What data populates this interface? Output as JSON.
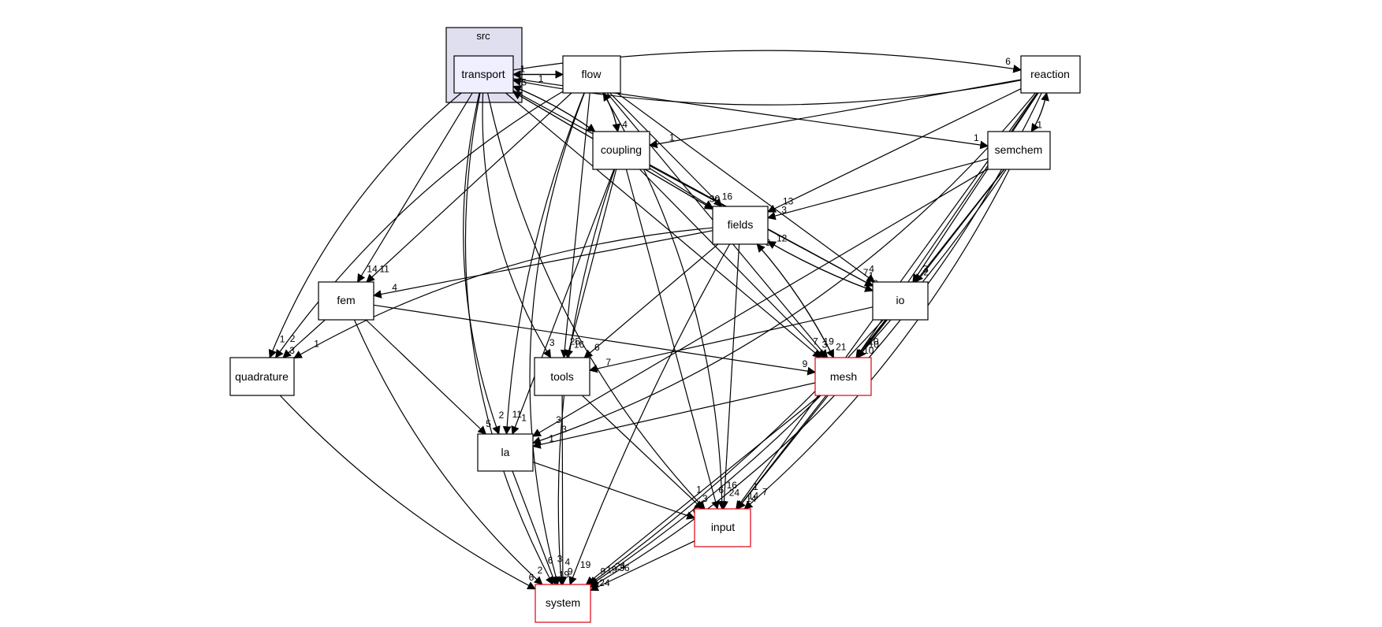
{
  "graph": {
    "cluster": {
      "id": "src",
      "label": "src"
    },
    "nodes": [
      {
        "id": "transport",
        "label": "transport",
        "focus": true
      },
      {
        "id": "flow",
        "label": "flow"
      },
      {
        "id": "coupling",
        "label": "coupling"
      },
      {
        "id": "reaction",
        "label": "reaction"
      },
      {
        "id": "semchem",
        "label": "semchem"
      },
      {
        "id": "fields",
        "label": "fields"
      },
      {
        "id": "fem",
        "label": "fem"
      },
      {
        "id": "io",
        "label": "io"
      },
      {
        "id": "quadrature",
        "label": "quadrature"
      },
      {
        "id": "tools",
        "label": "tools"
      },
      {
        "id": "mesh",
        "label": "mesh",
        "external": true
      },
      {
        "id": "la",
        "label": "la"
      },
      {
        "id": "input",
        "label": "input",
        "external": true
      },
      {
        "id": "system",
        "label": "system",
        "external": true
      }
    ],
    "edges": [
      {
        "from": "reaction",
        "to": "transport",
        "label": "1"
      },
      {
        "from": "transport",
        "to": "reaction",
        "label": "6"
      },
      {
        "from": "transport",
        "to": "flow",
        "label": "3"
      },
      {
        "from": "transport",
        "to": "coupling",
        "label": ""
      },
      {
        "from": "coupling",
        "to": "transport",
        "label": "5"
      },
      {
        "from": "flow",
        "to": "transport",
        "label": "1"
      },
      {
        "from": "fields",
        "to": "transport",
        "label": ""
      },
      {
        "from": "transport",
        "to": "fields",
        "label": "30"
      },
      {
        "from": "transport",
        "to": "semchem",
        "label": "1"
      },
      {
        "from": "transport",
        "to": "io",
        "label": "7"
      },
      {
        "from": "transport",
        "to": "fem",
        "label": "14"
      },
      {
        "from": "transport",
        "to": "quadrature",
        "label": "1"
      },
      {
        "from": "transport",
        "to": "tools",
        "label": "3"
      },
      {
        "from": "transport",
        "to": "mesh",
        "label": "7"
      },
      {
        "from": "transport",
        "to": "la",
        "label": "2"
      },
      {
        "from": "transport",
        "to": "input",
        "label": "1"
      },
      {
        "from": "transport",
        "to": "system",
        "label": "6"
      },
      {
        "from": "flow",
        "to": "coupling",
        "label": "4"
      },
      {
        "from": "coupling",
        "to": "flow",
        "label": ""
      },
      {
        "from": "flow",
        "to": "fields",
        "label": "16"
      },
      {
        "from": "flow",
        "to": "io",
        "label": "4"
      },
      {
        "from": "flow",
        "to": "fem",
        "label": "11"
      },
      {
        "from": "flow",
        "to": "quadrature",
        "label": "2"
      },
      {
        "from": "flow",
        "to": "tools",
        "label": "25"
      },
      {
        "from": "flow",
        "to": "mesh",
        "label": "19"
      },
      {
        "from": "flow",
        "to": "la",
        "label": "11"
      },
      {
        "from": "flow",
        "to": "input",
        "label": "16"
      },
      {
        "from": "flow",
        "to": "system",
        "label": "3"
      },
      {
        "from": "coupling",
        "to": "fields",
        "label": "5"
      },
      {
        "from": "coupling",
        "to": "io",
        "label": "1"
      },
      {
        "from": "coupling",
        "to": "tools",
        "label": "16"
      },
      {
        "from": "coupling",
        "to": "mesh",
        "label": "3"
      },
      {
        "from": "coupling",
        "to": "la",
        "label": "1"
      },
      {
        "from": "coupling",
        "to": "input",
        "label": "6"
      },
      {
        "from": "coupling",
        "to": "system",
        "label": "4"
      },
      {
        "from": "reaction",
        "to": "coupling",
        "label": "1"
      },
      {
        "from": "reaction",
        "to": "semchem",
        "label": "1"
      },
      {
        "from": "semchem",
        "to": "reaction",
        "label": "2"
      },
      {
        "from": "reaction",
        "to": "fields",
        "label": "13"
      },
      {
        "from": "reaction",
        "to": "io",
        "label": "3"
      },
      {
        "from": "reaction",
        "to": "mesh",
        "label": "10"
      },
      {
        "from": "reaction",
        "to": "la",
        "label": "3"
      },
      {
        "from": "reaction",
        "to": "input",
        "label": "1"
      },
      {
        "from": "reaction",
        "to": "system",
        "label": "36"
      },
      {
        "from": "semchem",
        "to": "fields",
        "label": "3"
      },
      {
        "from": "semchem",
        "to": "io",
        "label": "2"
      },
      {
        "from": "semchem",
        "to": "mesh",
        "label": "10"
      },
      {
        "from": "semchem",
        "to": "la",
        "label": "3"
      },
      {
        "from": "semchem",
        "to": "input",
        "label": "7"
      },
      {
        "from": "semchem",
        "to": "system",
        "label": "24"
      },
      {
        "from": "fields",
        "to": "fem",
        "label": "4"
      },
      {
        "from": "fields",
        "to": "quadrature",
        "label": "1"
      },
      {
        "from": "fields",
        "to": "io",
        "label": "3"
      },
      {
        "from": "io",
        "to": "fields",
        "label": "12"
      },
      {
        "from": "fields",
        "to": "tools",
        "label": "6"
      },
      {
        "from": "fields",
        "to": "mesh",
        "label": "21"
      },
      {
        "from": "mesh",
        "to": "fields",
        "label": "3"
      },
      {
        "from": "fields",
        "to": "input",
        "label": "24"
      },
      {
        "from": "fields",
        "to": "system",
        "label": "19"
      },
      {
        "from": "fem",
        "to": "quadrature",
        "label": "3"
      },
      {
        "from": "fem",
        "to": "mesh",
        "label": "9"
      },
      {
        "from": "fem",
        "to": "la",
        "label": "5"
      },
      {
        "from": "fem",
        "to": "system",
        "label": "2"
      },
      {
        "from": "io",
        "to": "tools",
        "label": "7"
      },
      {
        "from": "io",
        "to": "mesh",
        "label": "10"
      },
      {
        "from": "io",
        "to": "input",
        "label": "14"
      },
      {
        "from": "io",
        "to": "system",
        "label": "19"
      },
      {
        "from": "quadrature",
        "to": "system",
        "label": "6"
      },
      {
        "from": "tools",
        "to": "input",
        "label": "3"
      },
      {
        "from": "tools",
        "to": "system",
        "label": "9"
      },
      {
        "from": "mesh",
        "to": "la",
        "label": "1"
      },
      {
        "from": "mesh",
        "to": "input",
        "label": "14"
      },
      {
        "from": "mesh",
        "to": "system",
        "label": "9"
      },
      {
        "from": "la",
        "to": "input",
        "label": "6"
      },
      {
        "from": "la",
        "to": "system",
        "label": "19"
      },
      {
        "from": "input",
        "to": "system",
        "label": "24"
      }
    ]
  }
}
